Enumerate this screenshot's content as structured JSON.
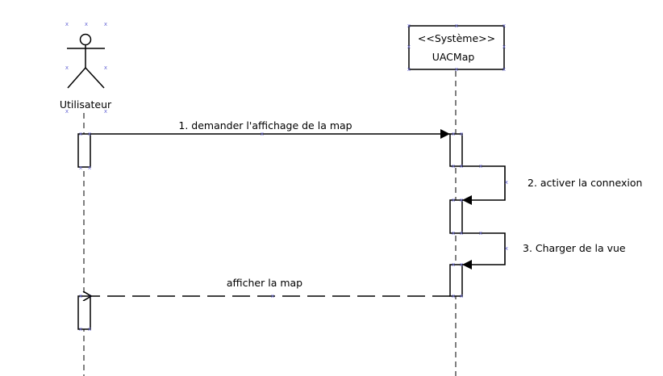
{
  "diagram": {
    "actor": {
      "name": "Utilisateur"
    },
    "system": {
      "stereotype": "<<Système>>",
      "name": "UACMap"
    },
    "messages": [
      {
        "label": "1. demander l'affichage de la map"
      },
      {
        "label": "2. activer la connexion"
      },
      {
        "label": "3. Charger de la vue"
      },
      {
        "label": "afficher la map"
      }
    ]
  },
  "colors": {
    "line": "#000000",
    "handle": "#6b6bd6",
    "background": "#ffffff"
  }
}
